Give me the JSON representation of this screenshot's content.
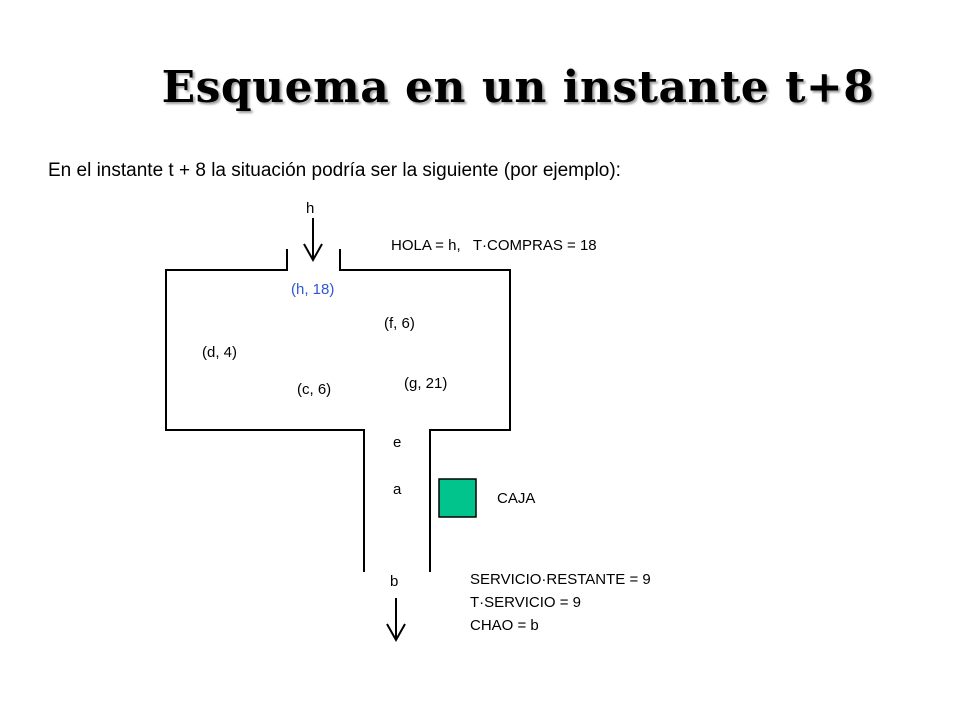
{
  "title": "Esquema en un instante t+8",
  "subtitle": "En el instante t + 8 la situación podría ser la siguiente (por ejemplo):",
  "colors": {
    "caja_fill": "#00c48c",
    "highlight_text": "#2f56d6",
    "line": "#000000"
  },
  "diagram": {
    "incoming_client": "h",
    "state_top": "HOLA = h,   T·COMPRAS = 18",
    "new_client": "(h, 18)",
    "shop_clients": [
      "(f, 6)",
      "(d, 4)",
      "(c, 6)",
      "(g, 21)"
    ],
    "queue": [
      "e",
      "a"
    ],
    "caja_label": "CAJA",
    "outgoing_client": "b",
    "state_bottom": [
      "SERVICIO·RESTANTE = 9",
      "T·SERVICIO = 9",
      "CHAO = b"
    ]
  }
}
